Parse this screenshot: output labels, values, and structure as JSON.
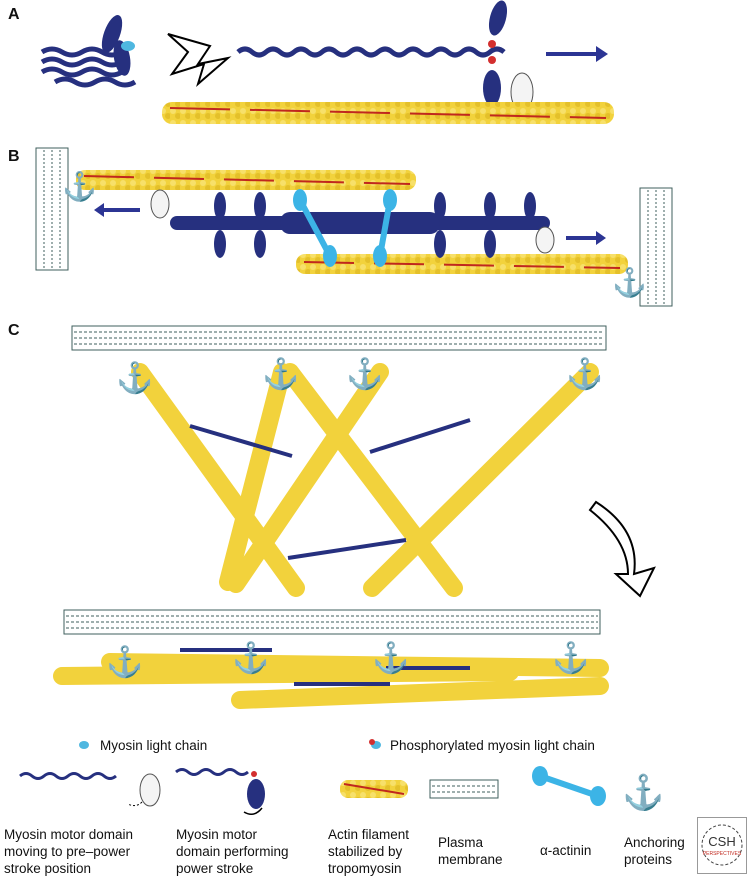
{
  "panels": {
    "a": "A",
    "b": "B",
    "c": "C"
  },
  "legend": {
    "light_chain": "Myosin light chain",
    "phospho_light_chain": "Phosphorylated myosin light chain",
    "motor_pre_power_1": "Myosin motor domain",
    "motor_pre_power_2": "moving to pre–power",
    "motor_pre_power_3": "stroke position",
    "motor_power_1": "Myosin motor",
    "motor_power_2": "domain performing",
    "motor_power_3": "power stroke",
    "actin_1": "Actin filament",
    "actin_2": "stabilized by",
    "actin_3": "tropomyosin",
    "membrane_1": "Plasma",
    "membrane_2": "membrane",
    "actinin": "α-actinin",
    "anchor_1": "Anchoring",
    "anchor_2": "proteins"
  },
  "logo": {
    "line1": "CSH",
    "line2": "PERSPECTIVES"
  },
  "colors": {
    "myosin": "#26307f",
    "actin": "#f2d23c",
    "actin_dark": "#d6b21f",
    "tropomyosin": "#c0281e",
    "light_chain": "#4fb7e0",
    "actinin": "#3cb4e6",
    "anchor": "#9a2a8a",
    "membrane": "#3f5f5c",
    "arrow": "#2c3594"
  }
}
